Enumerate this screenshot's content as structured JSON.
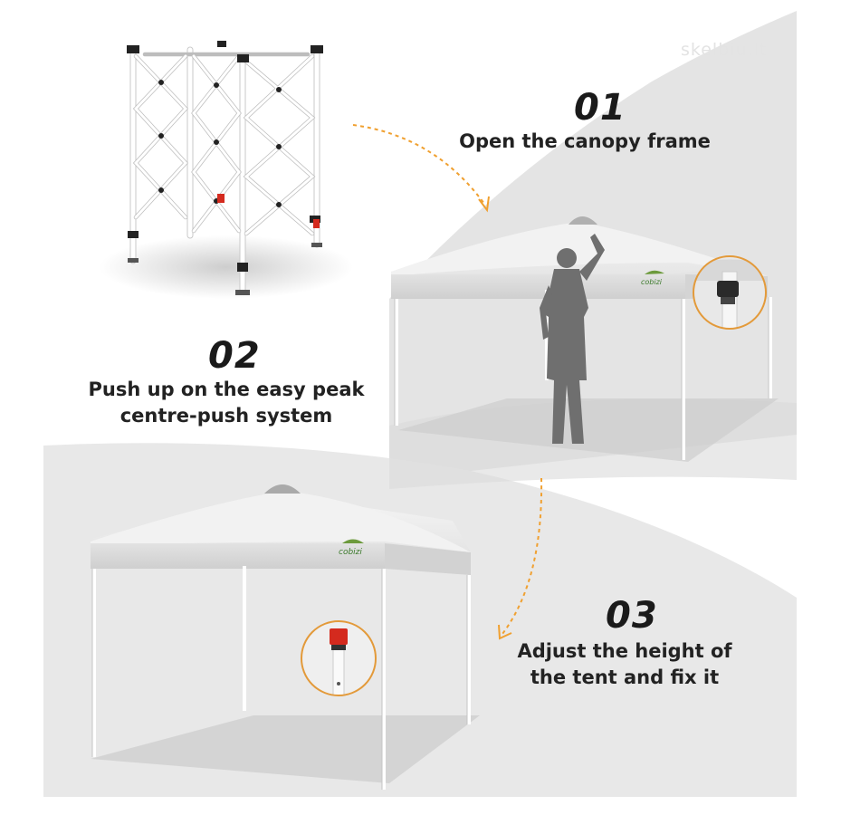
{
  "watermark": {
    "text": "skelbiu.lt"
  },
  "brand": {
    "logo_text": "cobizi"
  },
  "steps": [
    {
      "number": "01",
      "lines": [
        "Open the canopy frame"
      ]
    },
    {
      "number": "02",
      "lines": [
        "Push up on the easy peak",
        "centre-push system"
      ]
    },
    {
      "number": "03",
      "lines": [
        "Adjust the height of",
        "the tent and fix it"
      ]
    }
  ],
  "colors": {
    "arrow": "#f0a030",
    "accent_red": "#d42a1e",
    "text": "#222222",
    "background_gray": "#e6e6e6"
  },
  "icons": [
    "dotted-arrow-icon",
    "folded-frame-illustration",
    "person-silhouette",
    "detail-zoom-circle"
  ]
}
